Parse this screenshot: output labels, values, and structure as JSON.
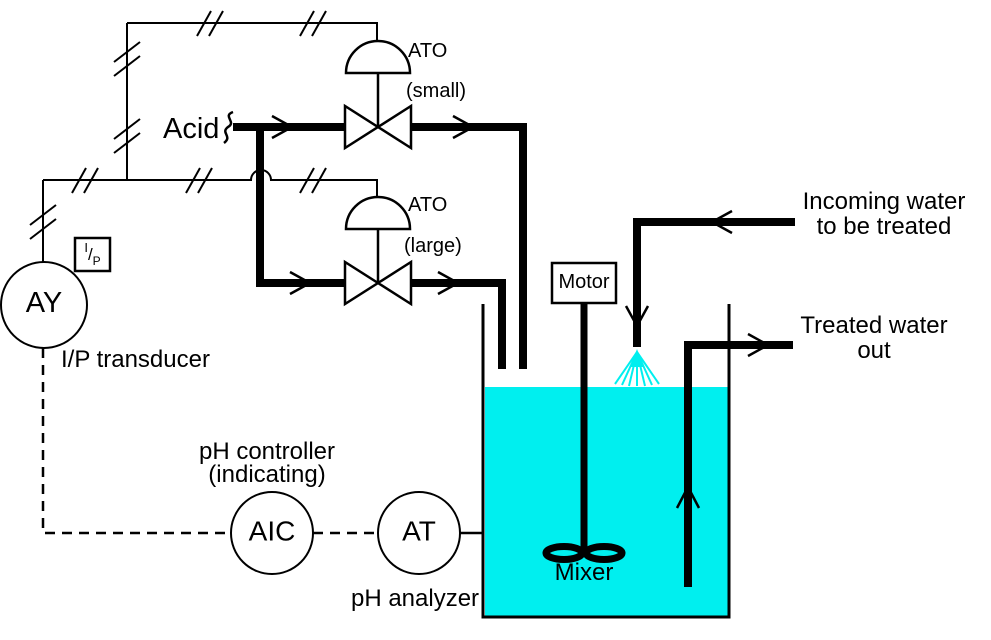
{
  "colors": {
    "water": "#00efef",
    "line": "#000000"
  },
  "streams": {
    "acid": "Acid",
    "incoming_line1": "Incoming water",
    "incoming_line2": "to be treated",
    "treated_line1": "Treated water",
    "treated_line2": "out"
  },
  "valves": {
    "small": {
      "actuator_label": "ATO",
      "size_label": "(small)"
    },
    "large": {
      "actuator_label": "ATO",
      "size_label": "(large)"
    }
  },
  "instruments": {
    "ay": {
      "tag": "AY",
      "caption": "I/P transducer"
    },
    "ip_box": {
      "sup": "I",
      "slash": "/",
      "sub": "P"
    },
    "aic": {
      "tag": "AIC",
      "caption_line1": "pH controller",
      "caption_line2": "(indicating)"
    },
    "at": {
      "tag": "AT",
      "caption": "pH analyzer"
    }
  },
  "equipment": {
    "motor_label": "Motor",
    "mixer_label": "Mixer"
  }
}
